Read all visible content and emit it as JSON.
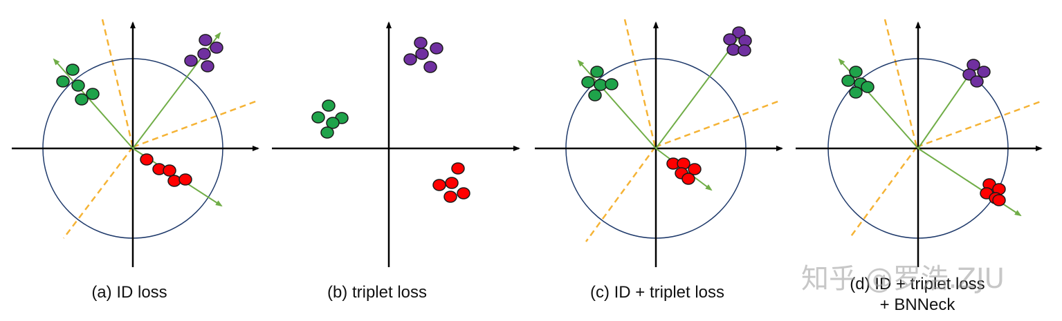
{
  "colors": {
    "axis": "#000000",
    "circle": "#1f3a6b",
    "arrow": "#70ad47",
    "boundary": "#f5b335",
    "green": "#1fa34a",
    "purple": "#7030a0",
    "red": "#ff0000",
    "dot_stroke": "#1a1a1a"
  },
  "panels": [
    {
      "id": "a",
      "caption": [
        "(a) ID loss"
      ],
      "circle": true,
      "arrows": true,
      "boundaries": true
    },
    {
      "id": "b",
      "caption": [
        "(b) triplet loss"
      ],
      "circle": false,
      "arrows": false,
      "boundaries": false
    },
    {
      "id": "c",
      "caption": [
        "(c) ID + triplet loss"
      ],
      "circle": true,
      "arrows": true,
      "boundaries": true
    },
    {
      "id": "d",
      "caption": [
        "(d) ID + triplet loss",
        "+ BNNeck"
      ],
      "circle": true,
      "arrows": true,
      "boundaries": true
    }
  ],
  "watermark": "知乎 @罗浩.ZJU"
}
